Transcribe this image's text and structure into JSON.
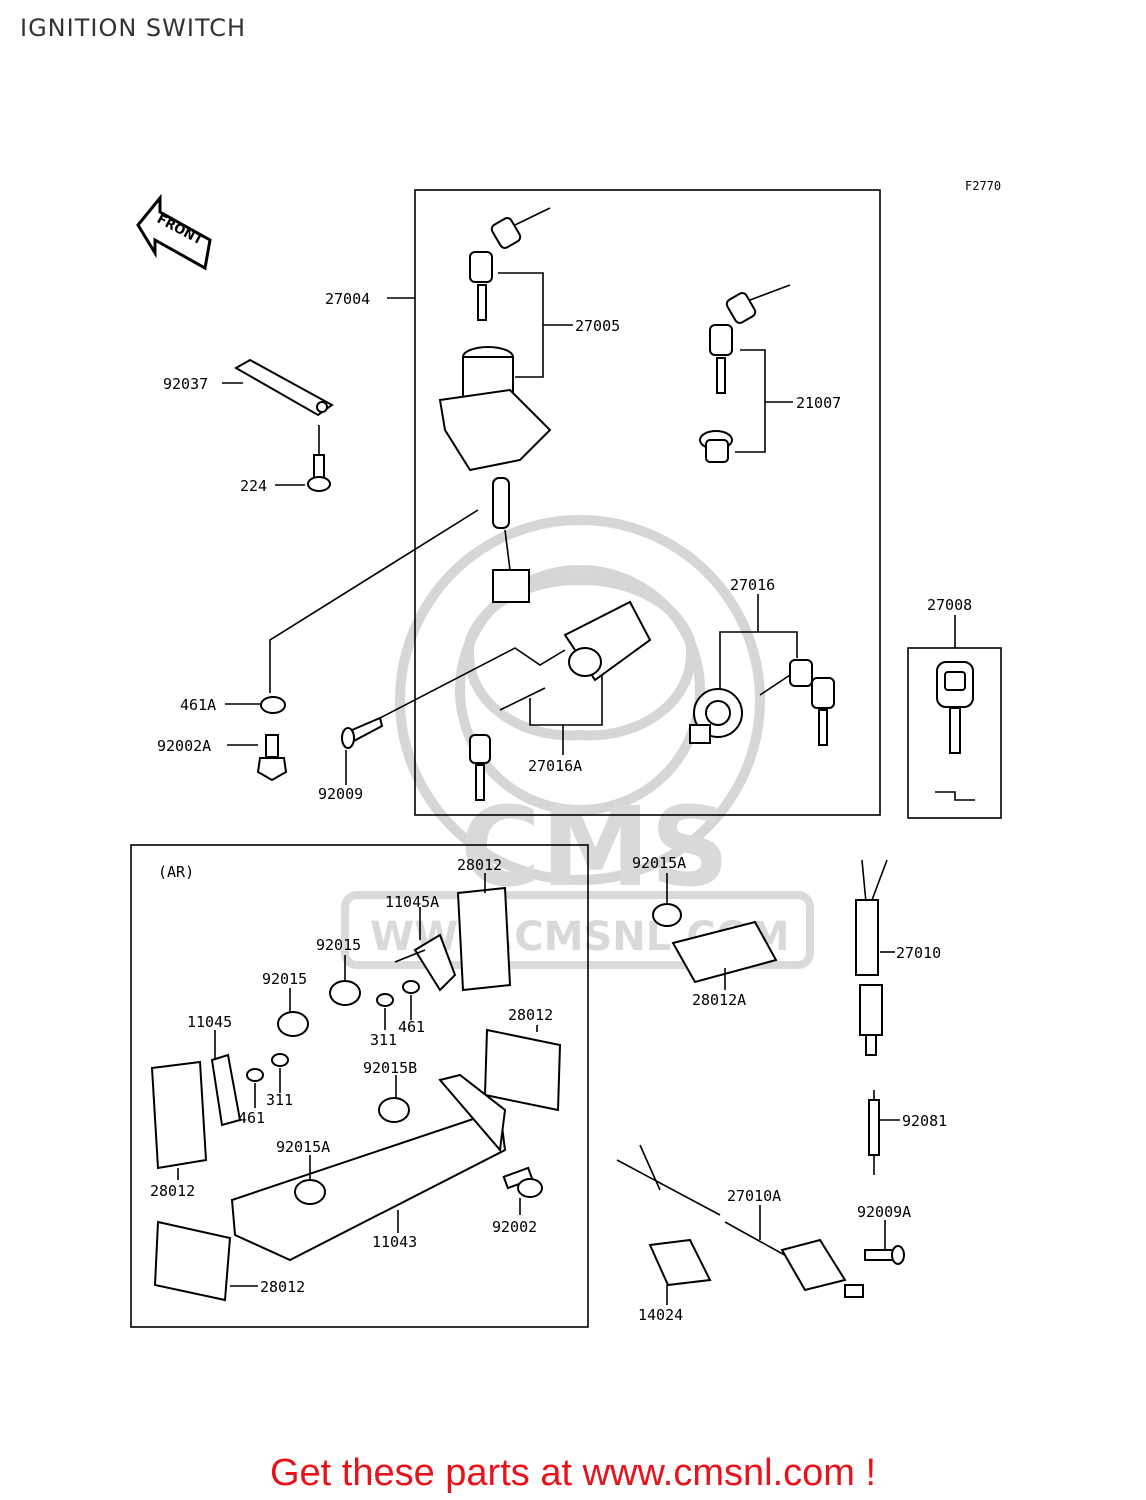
{
  "title": "IGNITION SWITCH",
  "figure_code": "F2770",
  "front_label": "FRONT",
  "variant_label": "(AR)",
  "watermark": {
    "brand": "CMS",
    "url": "WWW.CMSNL.COM"
  },
  "parts": {
    "p27004": "27004",
    "p27005": "27005",
    "p21007": "21007",
    "p92037": "92037",
    "p224": "224",
    "p27016": "27016",
    "p27008": "27008",
    "p461A": "461A",
    "p92002A": "92002A",
    "p92009": "92009",
    "p27016A": "27016A",
    "p28012_top": "28012",
    "p11045A": "11045A",
    "p92015_a": "92015",
    "p92015_b": "92015",
    "p11045": "11045",
    "p311_a": "311",
    "p461_a": "461",
    "p28012_mid": "28012",
    "p92015B": "92015B",
    "p461_b": "461",
    "p311_b": "311",
    "p92015A_left": "92015A",
    "p28012_left": "28012",
    "p92002": "92002",
    "p11043": "11043",
    "p28012_bottom": "28012",
    "p92015A_right": "92015A",
    "p28012A": "28012A",
    "p27010": "27010",
    "p92081": "92081",
    "p27010A": "27010A",
    "p92009A": "92009A",
    "p14024": "14024"
  },
  "footer_cta": "Get these parts at www.cmsnl.com !",
  "colors": {
    "accent": "#e8121a",
    "line": "#000000",
    "watermark": "#d6d6d6"
  }
}
